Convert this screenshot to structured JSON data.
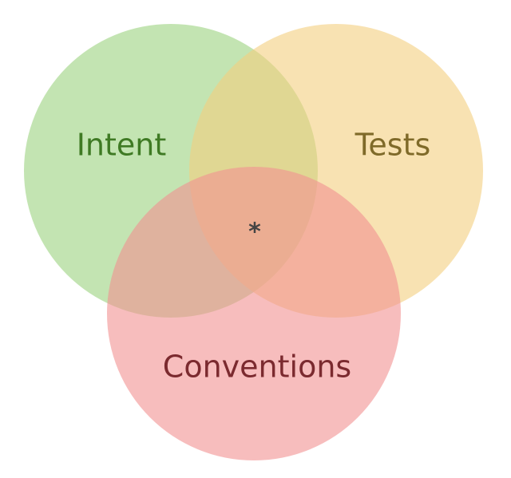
{
  "diagram": {
    "sets": [
      {
        "id": "intent",
        "label": "Intent",
        "fill": "#9bd27e",
        "text_color": "#3f7a24"
      },
      {
        "id": "tests",
        "label": "Tests",
        "fill": "#f3cf7f",
        "text_color": "#7f6a29"
      },
      {
        "id": "conventions",
        "label": "Conventions",
        "fill": "#f29191",
        "text_color": "#7b2a2f"
      }
    ],
    "center_mark": {
      "text": "*",
      "color": "#444444"
    }
  }
}
